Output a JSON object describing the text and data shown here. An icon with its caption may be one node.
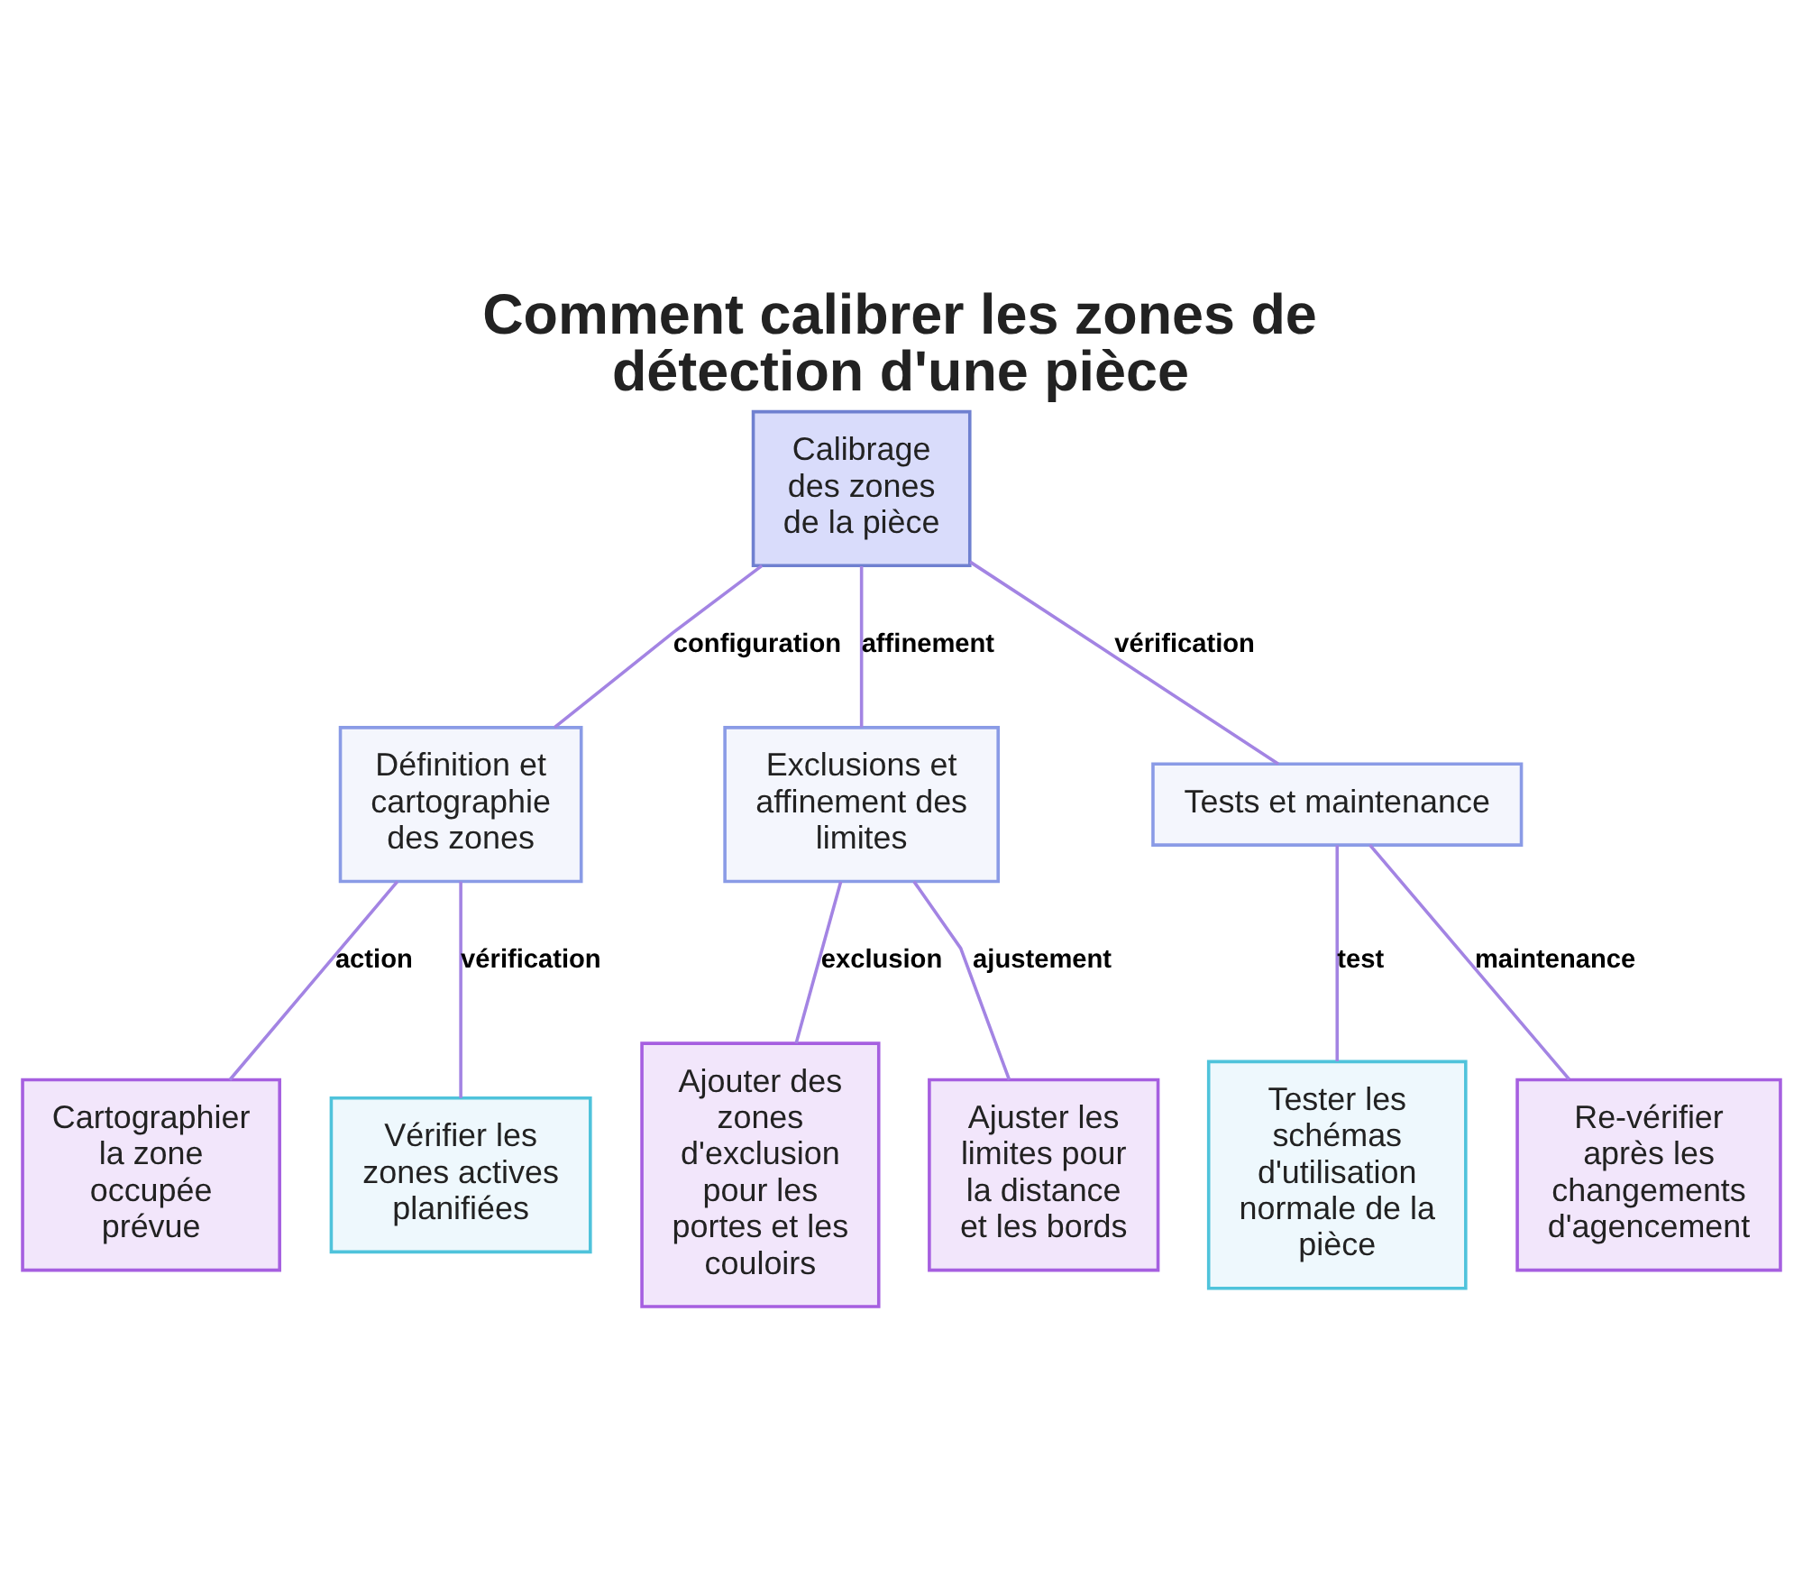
{
  "diagram": {
    "title": "Comment calibrer les zones de détection d'une pièce",
    "nodes": [
      {
        "text": [
          "Calibrage des zones de la pièce"
        ]
      },
      {
        "text": [
          "Définition et cartographie des zones"
        ]
      },
      {
        "text": [
          "Exclusions et affinement des limites"
        ]
      },
      {
        "text": [
          "Tests et maintenance"
        ]
      },
      {
        "text": [
          "Cartographier la zone occupée prévue"
        ]
      },
      {
        "text": [
          "Vérifier les zones actives planifiées"
        ]
      },
      {
        "text": [
          "Ajouter des zones d'exclusion pour les portes et les couloirs"
        ]
      },
      {
        "text": [
          "Ajuster les limites pour la distance et les bords"
        ]
      },
      {
        "text": [
          "Tester les schémas d'utilisation normale de la pièce"
        ]
      },
      {
        "text": [
          "Re-vérifier après les changements d'agencement"
        ]
      }
    ],
    "edges": [
      {
        "from": 0,
        "to": 1,
        "arrow": "none",
        "label": "configuration"
      },
      {
        "from": 0,
        "to": 2,
        "arrow": "none",
        "label": "affinement"
      },
      {
        "from": 0,
        "to": 3,
        "arrow": "none",
        "label": "vérification"
      },
      {
        "from": 1,
        "to": 4,
        "arrow": "none",
        "label": "action"
      },
      {
        "from": 1,
        "to": 5,
        "arrow": "none",
        "label": "vérification"
      },
      {
        "from": 2,
        "to": 6,
        "arrow": "none",
        "label": "exclusion"
      },
      {
        "from": 2,
        "to": 7,
        "arrow": "none",
        "label": "ajustement"
      },
      {
        "from": 3,
        "to": 8,
        "arrow": "none",
        "label": "test"
      },
      {
        "from": 3,
        "to": 9,
        "arrow": "none",
        "label": "maintenance"
      }
    ]
  }
}
